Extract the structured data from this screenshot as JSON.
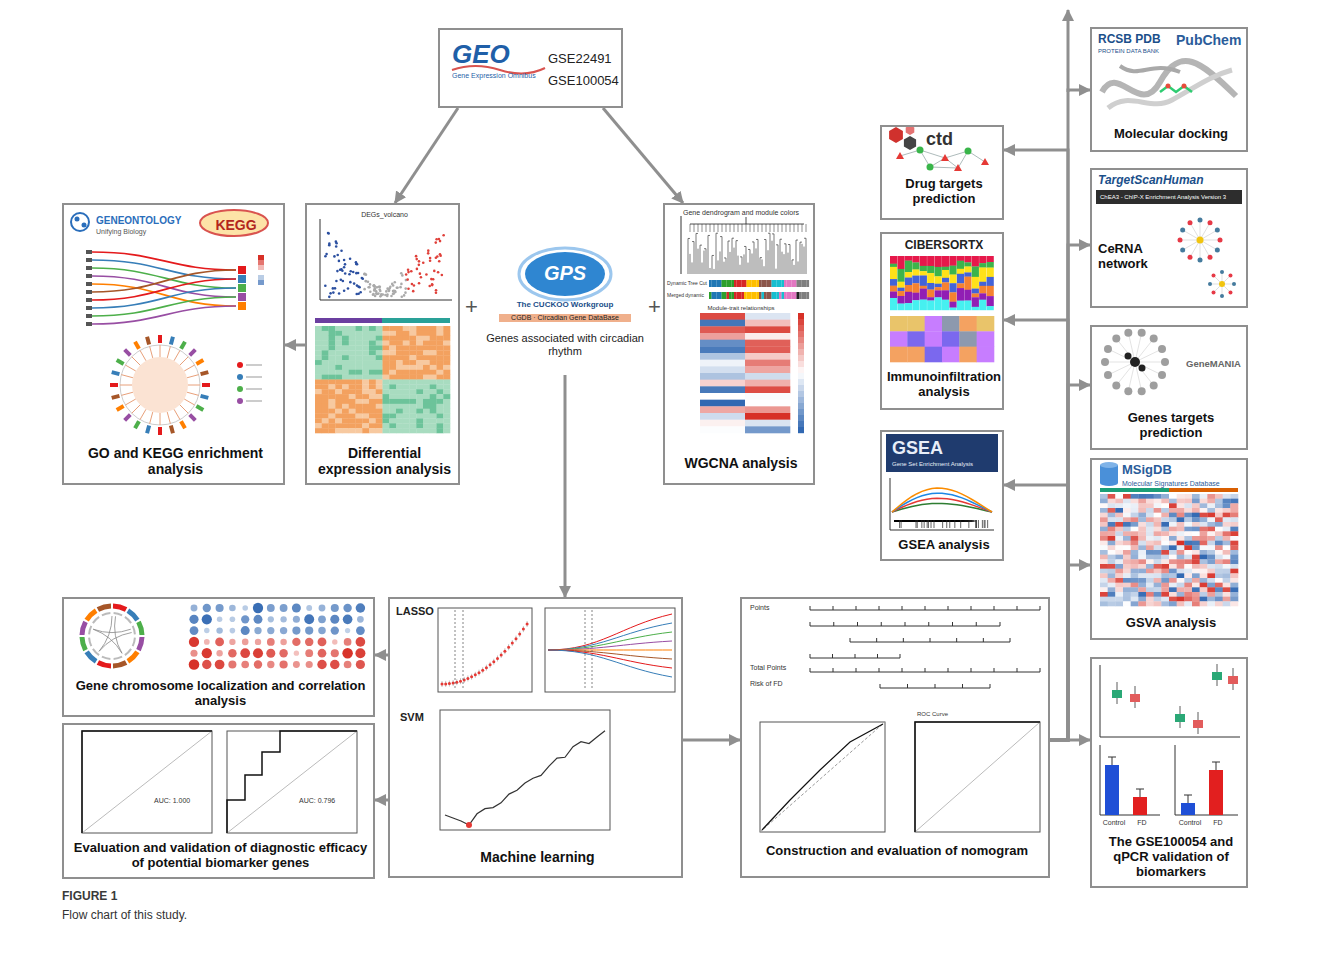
{
  "diagram": {
    "caption": "Flow chart of this study.",
    "nodes": [
      {
        "text": [
          "GEO",
          "Gene Expression Omnibus",
          "GSE22491",
          "GSE100054"
        ]
      },
      {
        "text": [
          "GENEONTOLOGY",
          "Unifying Biology",
          "KEGG",
          "GO and KEGG enrichment analysis"
        ]
      },
      {
        "text": [
          "DEGs_volcano",
          "Differential expression analysis"
        ]
      },
      {
        "text": [
          "GPS",
          "The CUCKOO Workgroup",
          "CGDB · Circadian Gene DataBase",
          "Genes associated with circadian rhythm"
        ]
      },
      {
        "text": [
          "Gene dendrogram and module colors",
          "Dynamic Tree Cut",
          "Merged dynamic",
          "Module-trait relationships",
          "WGCNA analysis"
        ]
      },
      {
        "text": [
          "ctd",
          "Drug targets prediction"
        ]
      },
      {
        "text": [
          "CIBERSORTX",
          "Immunoinfiltration analysis"
        ]
      },
      {
        "text": [
          "GSEA",
          "Gene Set Enrichment Analysis",
          "GSEA analysis"
        ]
      },
      {
        "text": [
          "RCSB PDB",
          "PROTEIN DATA BANK",
          "PubChem",
          "Molecular docking"
        ]
      },
      {
        "text": [
          "TargetScanHuman",
          "ChEA3 - ChIP-X Enrichment Analysis Version 3",
          "CeRNA network"
        ]
      },
      {
        "text": [
          "GeneMANIA",
          "Genes targets prediction"
        ]
      },
      {
        "text": [
          "MSigDB",
          "Molecular Signatures Database",
          "GSVA analysis"
        ]
      },
      {
        "text": [
          "Gene chromosome localization and correlation analysis"
        ]
      },
      {
        "text": [
          "AUC: 1.000",
          "AUC: 0.796",
          "Evaluation and validation of diagnostic efficacy of potential biomarker genes"
        ]
      },
      {
        "text": [
          "LASSO",
          "SVM",
          "Machine learning"
        ]
      },
      {
        "text": [
          "Points",
          "Total Points",
          "Risk of FD",
          "ROC Curve",
          "Construction and evaluation of nomogram"
        ]
      },
      {
        "text": [
          "Control",
          "FD",
          "Control",
          "FD",
          "The GSE100054 and qPCR validation of biomarkers"
        ]
      }
    ],
    "edges": [
      {
        "from": 0,
        "to": 2,
        "arrow": "to"
      },
      {
        "from": 0,
        "to": 4,
        "arrow": "to"
      },
      {
        "from": 2,
        "to": 1,
        "arrow": "to"
      },
      {
        "from": 3,
        "to": 14,
        "arrow": "to"
      },
      {
        "from": 14,
        "to": 12,
        "arrow": "to"
      },
      {
        "from": 14,
        "to": 13,
        "arrow": "to"
      },
      {
        "from": 14,
        "to": 15,
        "arrow": "to"
      },
      {
        "from": 15,
        "to": 16,
        "arrow": "to"
      },
      {
        "from": 15,
        "to": 5,
        "arrow": "to"
      },
      {
        "from": 15,
        "to": 6,
        "arrow": "to"
      },
      {
        "from": 15,
        "to": 7,
        "arrow": "to"
      },
      {
        "from": 15,
        "to": 8,
        "arrow": "to"
      },
      {
        "from": 15,
        "to": 9,
        "arrow": "to"
      },
      {
        "from": 15,
        "to": 10,
        "arrow": "to"
      },
      {
        "from": 15,
        "to": 11,
        "arrow": "to"
      }
    ],
    "labels": [
      "+",
      "+",
      "FIGURE 1"
    ]
  }
}
